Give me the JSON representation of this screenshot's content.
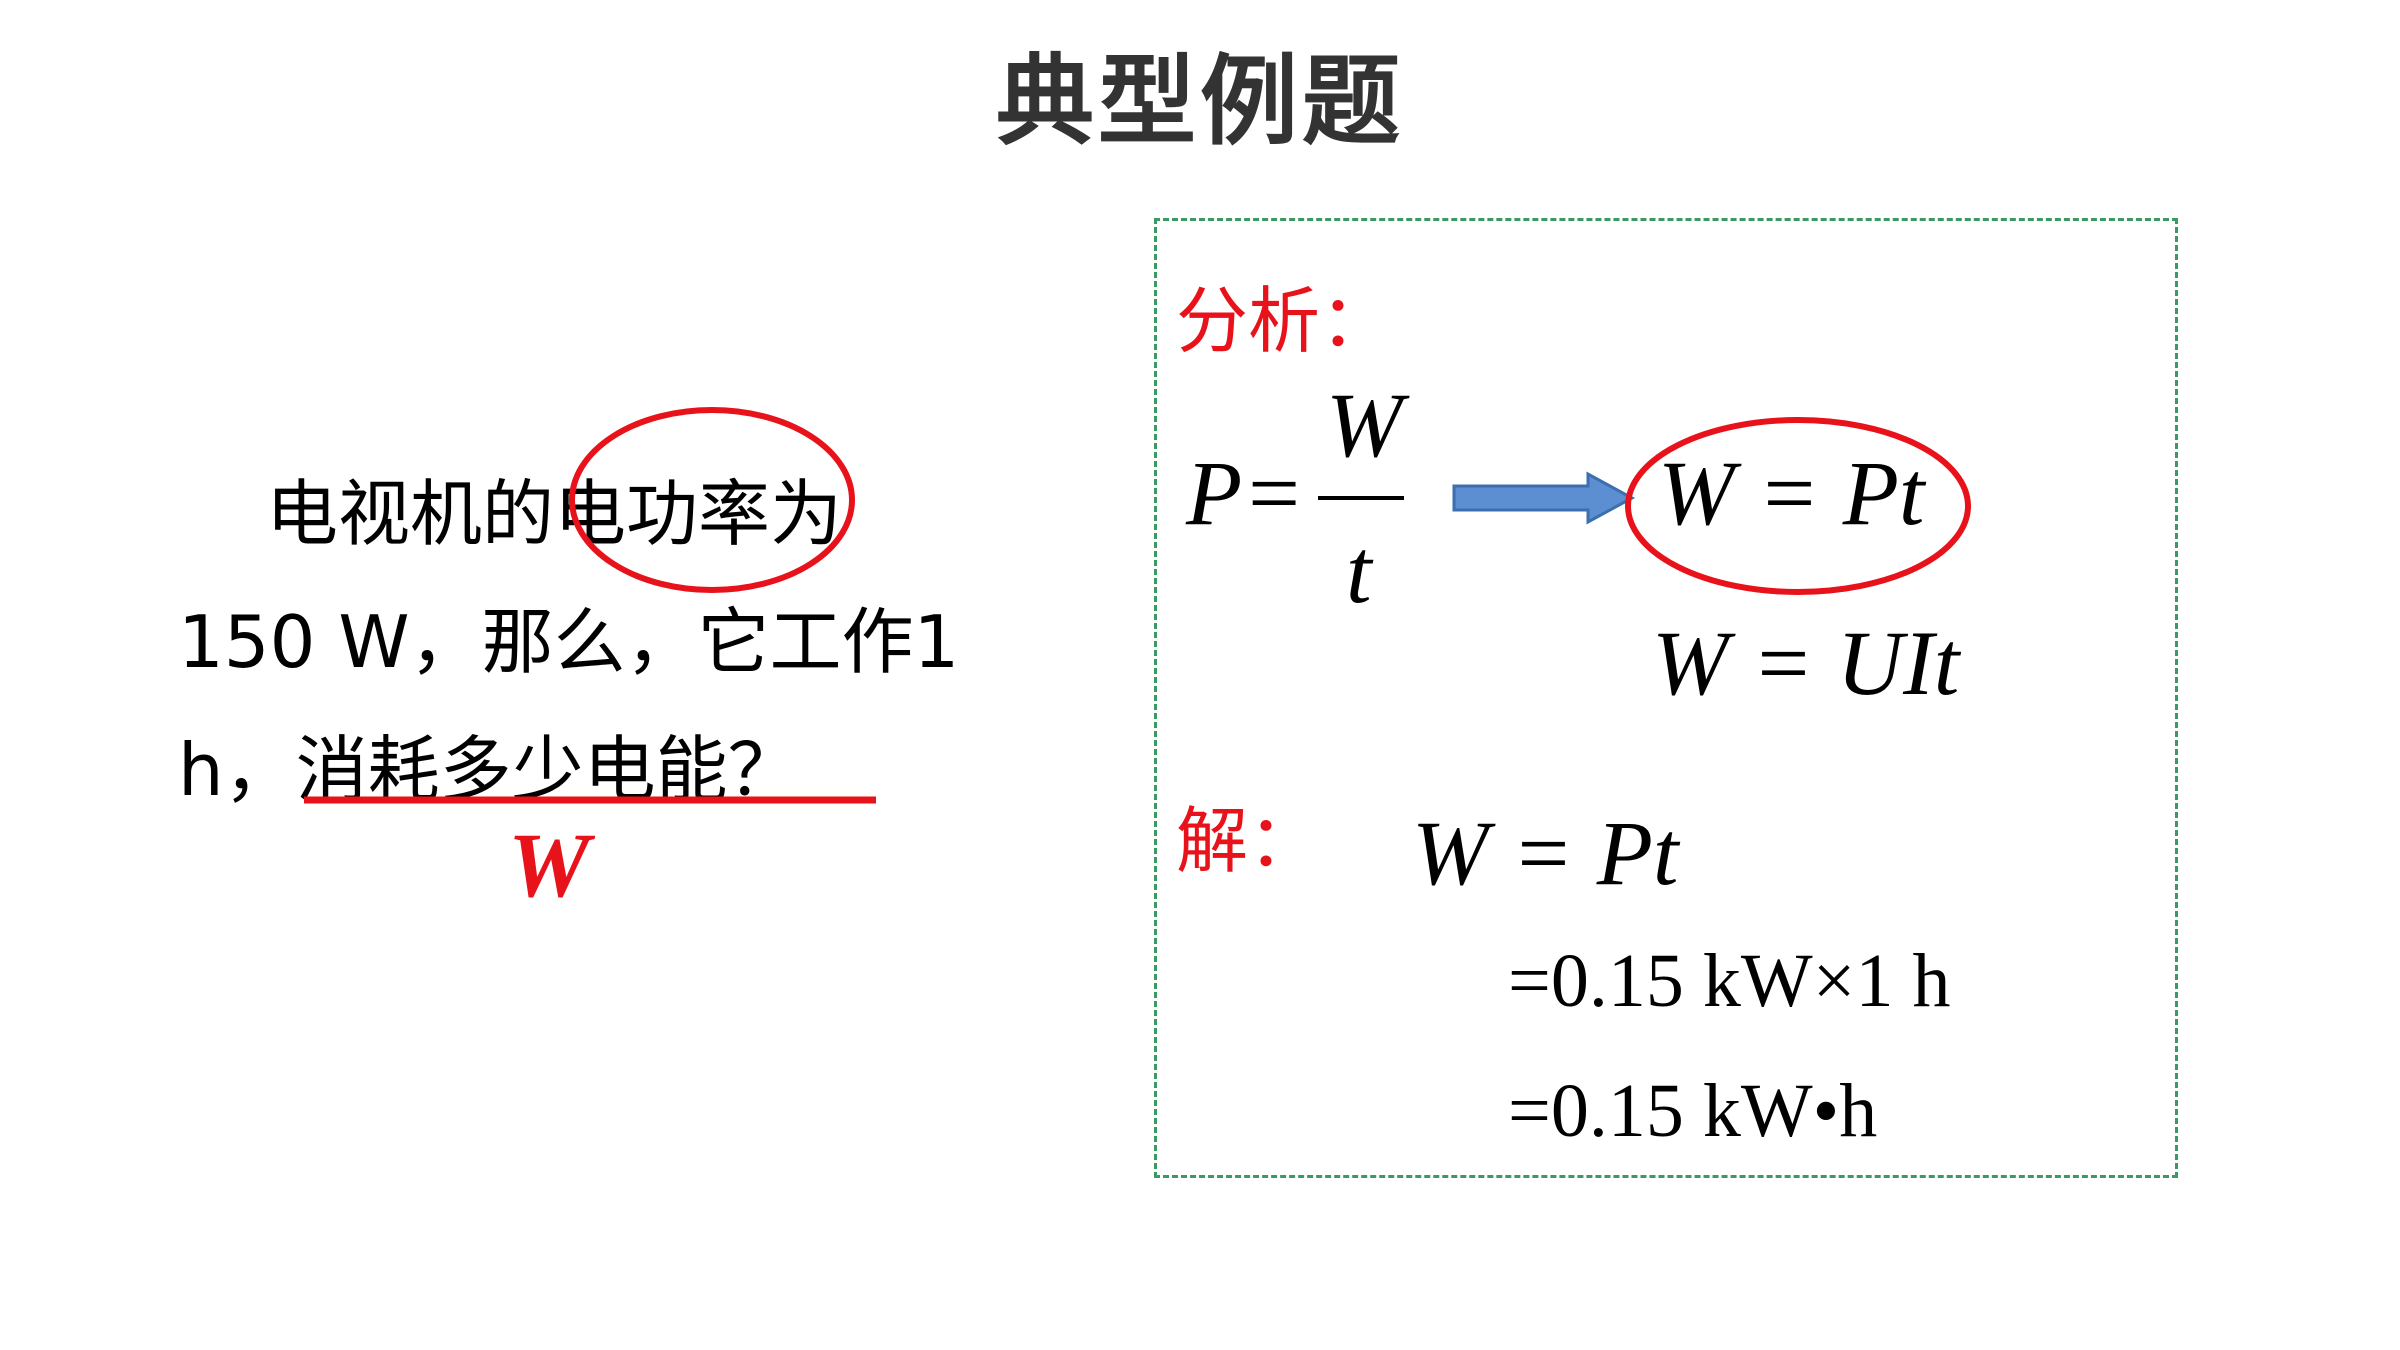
{
  "title": "典型例题",
  "question": {
    "line1": "电视机的电功率为",
    "line2": "150 W，那么，它工作1",
    "line3_prefix": "h，",
    "line3_underlined": "消耗多少电能？",
    "answer_symbol": "W"
  },
  "analysis": {
    "label": "分析：",
    "power_formula_lhs": "P=",
    "fraction_numerator": "W",
    "fraction_denominator": "t",
    "derived_formula": "W = Pt",
    "alt_formula": "W = UIt"
  },
  "solution": {
    "label": "解：",
    "formula": "W = Pt",
    "step1": "=0.15 kW×1 h",
    "step2": "=0.15 kW•h"
  },
  "colors": {
    "accent_red": "#e8121b",
    "arrow_blue": "#5b8fd1",
    "box_green": "#3a9a66",
    "title_gray": "#333333"
  }
}
